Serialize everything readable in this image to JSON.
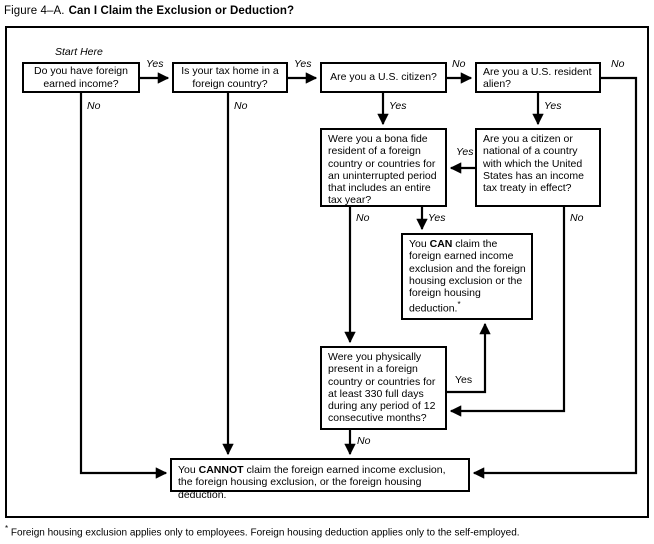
{
  "figure": {
    "number": "Figure 4–A.",
    "title": "Can I Claim the Exclusion or Deduction?"
  },
  "start_label": "Start Here",
  "nodes": {
    "q1": "Do you have foreign earned income?",
    "q2": "Is your tax home in a foreign country?",
    "q3": "Are you a U.S. citizen?",
    "q4": "Are you a U.S. resident alien?",
    "q5": "Were you a bona fide resident of a foreign country or countries for an uninterrupted period that includes an entire tax year?",
    "q6": "Are you a citizen or national of a country with which the United States has an income tax treaty in effect?",
    "can": {
      "lead": "You ",
      "emph": "CAN",
      "rest": " claim the foreign earned income exclusion and the foreign housing exclusion or the foreign housing deduction.",
      "marker": "*"
    },
    "q7": "Were you physically present in a foreign country or countries for at least 330 full days during any period of 12 consecutive months?",
    "cannot": {
      "lead": "You ",
      "emph": "CANNOT",
      "rest": " claim the foreign earned income exclusion, the foreign housing exclusion, or the foreign housing deduction."
    }
  },
  "edge_labels": {
    "q1_yes": "Yes",
    "q1_no": "No",
    "q2_yes": "Yes",
    "q2_no": "No",
    "q3_no": "No",
    "q3_yes": "Yes",
    "q4_no": "No",
    "q4_yes": "Yes",
    "q5_no": "No",
    "q5_yes": "Yes",
    "q6_yes": "Yes",
    "q6_no": "No",
    "q7_yes": "Yes",
    "q7_no": "No"
  },
  "footnote": {
    "marker": "*",
    "text": "Foreign housing exclusion applies only to employees. Foreign housing deduction applies only to the self-employed."
  },
  "colors": {
    "ink": "#000000",
    "paper": "#ffffff"
  },
  "chart_data": {
    "type": "diagram",
    "title": "Can I Claim the Exclusion or Deduction?",
    "flow": [
      {
        "from": "q1",
        "answer": "Yes",
        "to": "q2"
      },
      {
        "from": "q1",
        "answer": "No",
        "to": "cannot"
      },
      {
        "from": "q2",
        "answer": "Yes",
        "to": "q3"
      },
      {
        "from": "q2",
        "answer": "No",
        "to": "cannot"
      },
      {
        "from": "q3",
        "answer": "Yes",
        "to": "q5"
      },
      {
        "from": "q3",
        "answer": "No",
        "to": "q4"
      },
      {
        "from": "q4",
        "answer": "Yes",
        "to": "q6"
      },
      {
        "from": "q4",
        "answer": "No",
        "to": "cannot"
      },
      {
        "from": "q5",
        "answer": "Yes",
        "to": "can"
      },
      {
        "from": "q5",
        "answer": "No",
        "to": "q7"
      },
      {
        "from": "q6",
        "answer": "Yes",
        "to": "q5"
      },
      {
        "from": "q6",
        "answer": "No",
        "to": "q7"
      },
      {
        "from": "q7",
        "answer": "Yes",
        "to": "can"
      },
      {
        "from": "q7",
        "answer": "No",
        "to": "cannot"
      }
    ]
  }
}
